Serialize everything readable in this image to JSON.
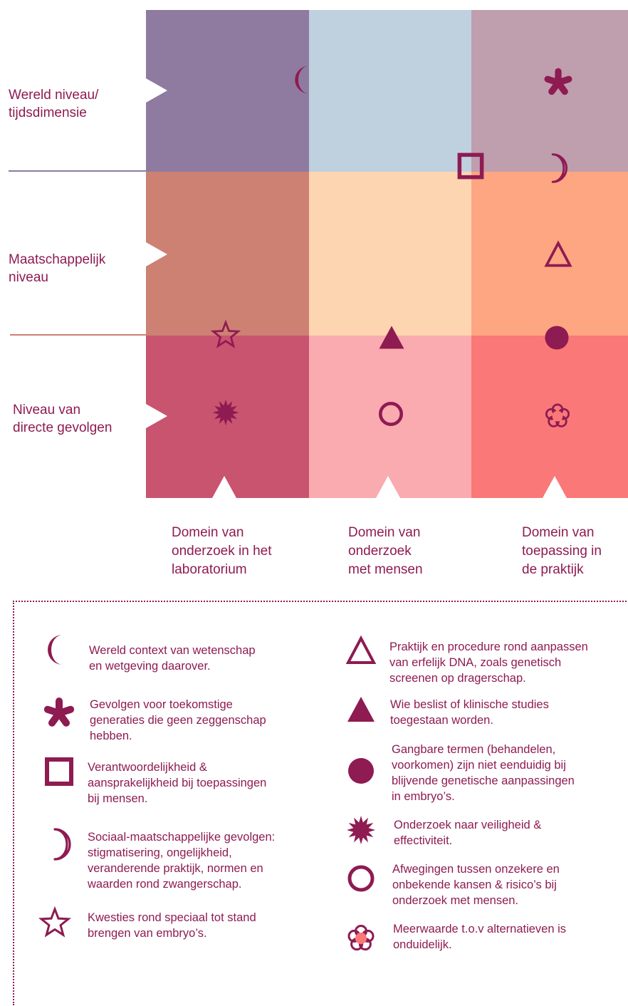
{
  "colors": {
    "accent": "#8e1b52",
    "cells": [
      [
        "#8f7aa0",
        "#bfd0df",
        "#bf9eae"
      ],
      [
        "#cd8172",
        "#fdd5b0",
        "#fea582"
      ],
      [
        "#c9546f",
        "#f9abb0",
        "#fa7877"
      ]
    ],
    "row_lines": [
      "#8f7aa0",
      "#cd8172"
    ]
  },
  "rows": [
    {
      "label": "Wereld niveau/\ntijdsdimensie"
    },
    {
      "label": "Maatschappelijk\nniveau"
    },
    {
      "label": "Niveau van\ndirecte gevolgen"
    }
  ],
  "columns": [
    {
      "label": "Domein van\nonderzoek in het\nlaboratorium"
    },
    {
      "label": "Domein van\nonderzoek\nmet mensen"
    },
    {
      "label": "Domein van\ntoepassing in\nde praktijk"
    }
  ],
  "grid_markers": [
    {
      "icon": "crescent-moon-filled-icon"
    },
    {
      "icon": "asterisk-icon"
    },
    {
      "icon": "square-outline-icon"
    },
    {
      "icon": "crescent-moon-outline-icon"
    },
    {
      "icon": "triangle-outline-icon"
    },
    {
      "icon": "star-outline-icon"
    },
    {
      "icon": "triangle-filled-icon"
    },
    {
      "icon": "circle-filled-icon"
    },
    {
      "icon": "starburst-icon"
    },
    {
      "icon": "circle-outline-icon"
    },
    {
      "icon": "flower-outline-icon"
    }
  ],
  "legend": {
    "left": [
      {
        "icon": "crescent-moon-filled-icon",
        "text": "Wereld context van wetenschap\nen wetgeving daarover."
      },
      {
        "icon": "asterisk-icon",
        "text": "Gevolgen voor toekomstige\ngeneraties die geen zeggenschap\nhebben."
      },
      {
        "icon": "square-outline-icon",
        "text": "Verantwoordelijkheid &\naansprakelijkheid bij toepassingen\nbij mensen."
      },
      {
        "icon": "crescent-moon-outline-icon",
        "text": "Sociaal-maatschappelijke gevolgen:\nstigmatisering, ongelijkheid,\nveranderende praktijk, normen en\nwaarden rond zwangerschap."
      },
      {
        "icon": "star-outline-icon",
        "text": "Kwesties rond speciaal tot stand\nbrengen van embryo’s."
      }
    ],
    "right": [
      {
        "icon": "triangle-outline-icon",
        "text": "Praktijk en procedure rond aanpassen\nvan erfelijk DNA, zoals genetisch\nscreenen op dragerschap."
      },
      {
        "icon": "triangle-filled-icon",
        "text": "Wie beslist of klinische studies\ntoegestaan worden."
      },
      {
        "icon": "circle-filled-icon",
        "text": "Gangbare termen (behandelen,\nvoorkomen) zijn niet eenduidig bij\nblijvende genetische aanpassingen\nin embryo’s."
      },
      {
        "icon": "starburst-icon",
        "text": "Onderzoek naar veiligheid &\neffectiviteit."
      },
      {
        "icon": "circle-outline-icon",
        "text": "Afwegingen tussen onzekere en\nonbekende kansen & risico’s bij\nonderzoek met mensen."
      },
      {
        "icon": "flower-outline-icon",
        "text": "Meerwaarde t.o.v alternatieven is\nonduidelijk."
      }
    ]
  }
}
